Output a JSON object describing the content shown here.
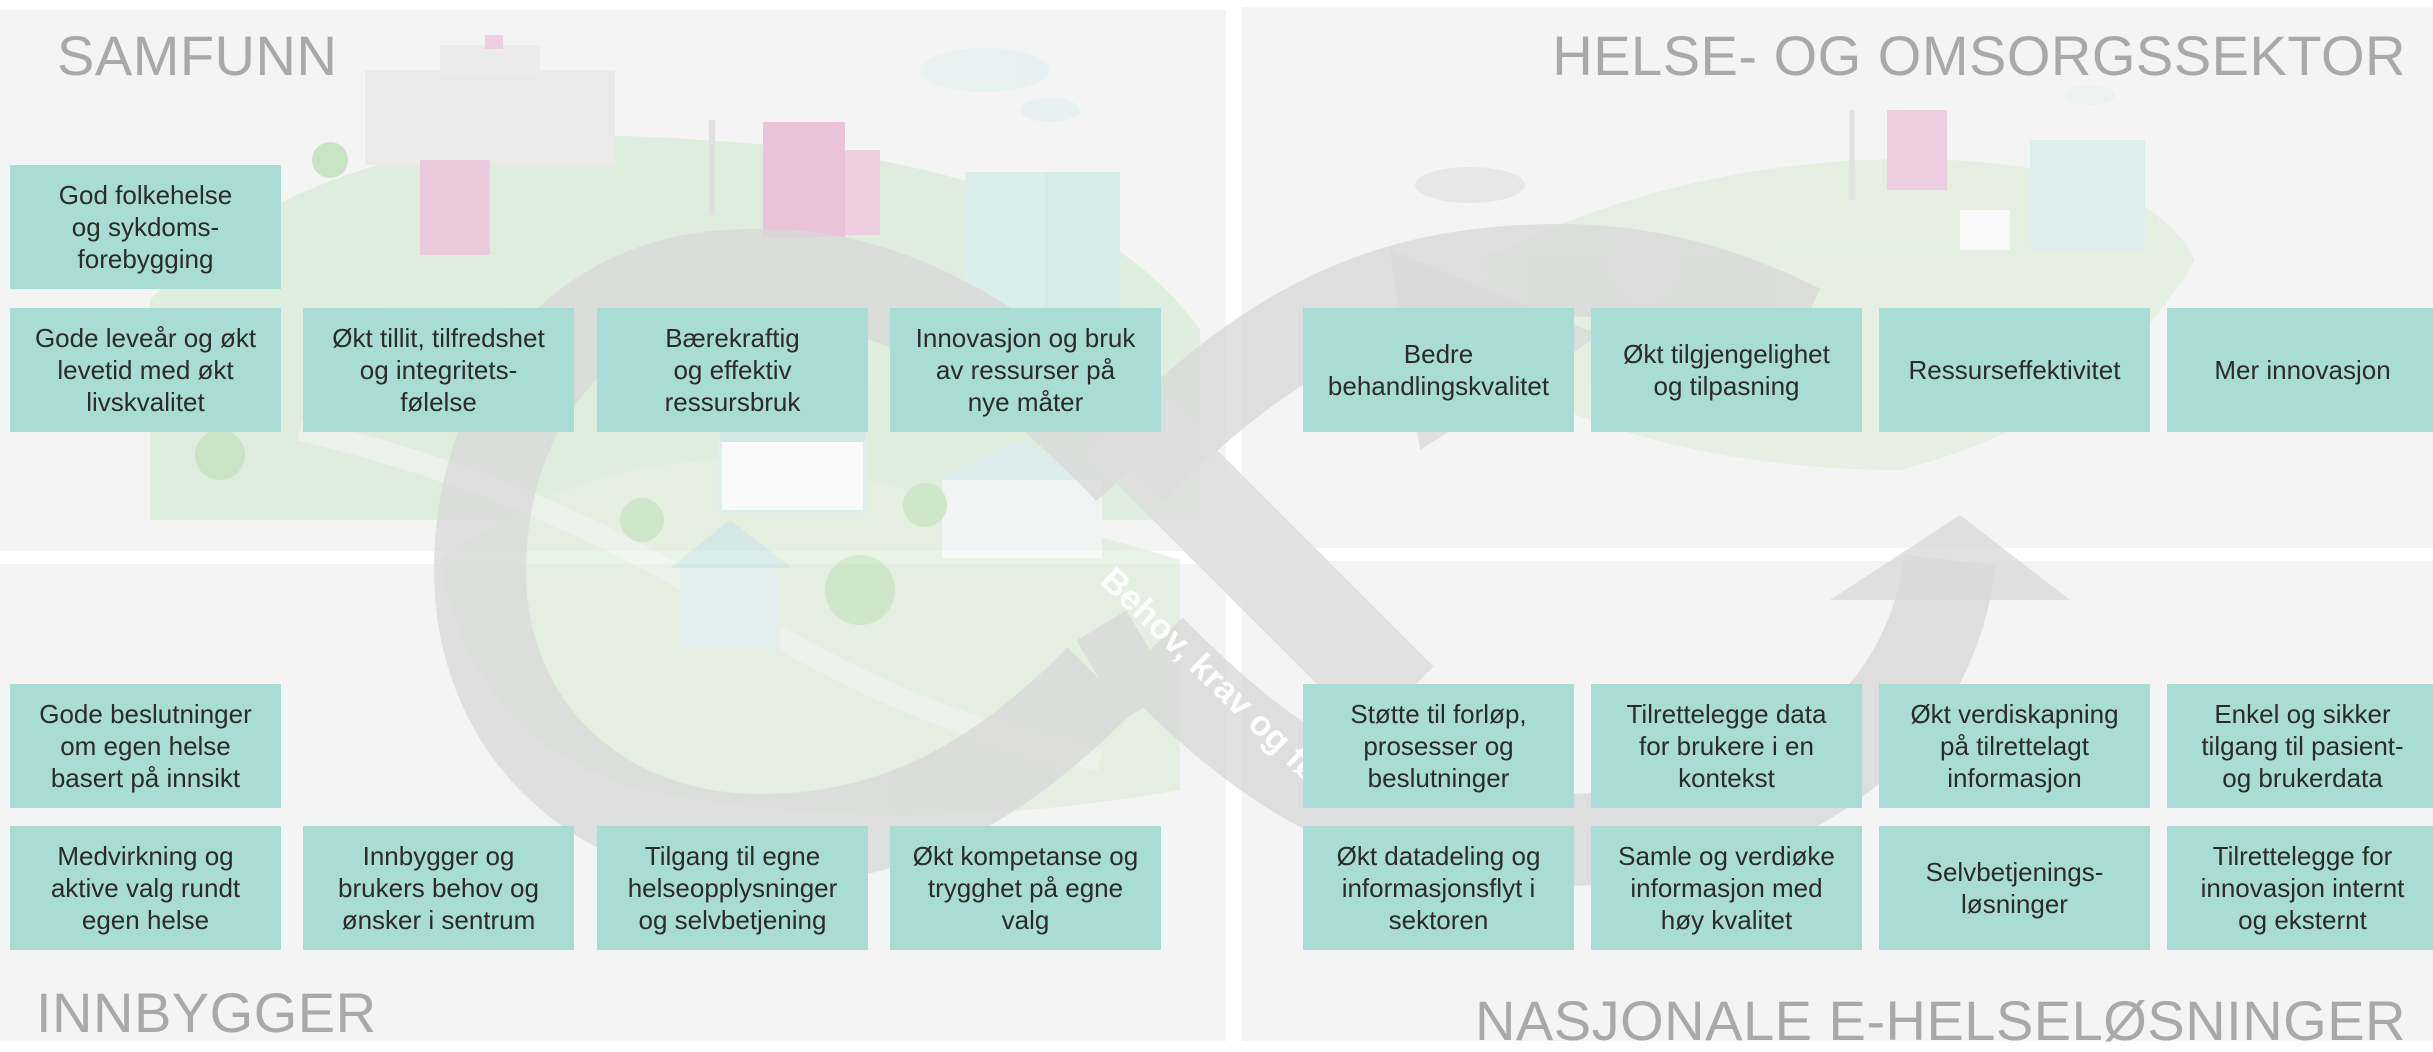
{
  "sections": {
    "samfunn": "SAMFUNN",
    "helse": "HELSE- OG OMSORGSSEKTOR",
    "innbygger": "INNBYGGER",
    "nasjonale": "NASJONALE E-HELSELØSNINGER"
  },
  "arrow_label": "Behov, krav og fø",
  "colors": {
    "box": "#a9dcd4",
    "title": "#a9a9a9",
    "panel": "#f4f4f4",
    "loop": "#d6d6d6"
  },
  "boxes": {
    "samfunn": [
      "God folkehelse\nog sykdoms-\nforebygging",
      "Gode leveår og økt\nlevetid med økt\nlivskvalitet",
      "Økt tillit, tilfredshet\nog integritets-\nfølelse",
      "Bærekraftig\nog effektiv\nressursbruk",
      "Innovasjon og bruk\nav ressurser på\nnye måter"
    ],
    "helse": [
      "Bedre\nbehandlingskvalitet",
      "Økt tilgjengelighet\nog tilpasning",
      "Ressurseffektivitet",
      "Mer innovasjon"
    ],
    "innbygger": [
      "Gode beslutninger\nom egen helse\nbasert på innsikt",
      "Medvirkning og\naktive valg rundt\negen helse",
      "Innbygger og\nbrukers behov og\nønsker i sentrum",
      "Tilgang til egne\nhelseopplysninger\nog selvbetjening",
      "Økt kompetanse og\ntrygghet på egne\nvalg"
    ],
    "nasjonale": [
      "Støtte til forløp,\nprosesser og\nbeslutninger",
      "Tilrettelegge data\nfor brukere i en\nkontekst",
      "Økt verdiskapning\npå tilrettelagt\ninformasjon",
      "Enkel og sikker\ntilgang til pasient-\nog brukerdata",
      "Økt datadeling og\ninformasjonsflyt i\nsektoren",
      "Samle og verdiøke\ninformasjon med\nhøy kvalitet",
      "Selvbetjenings-\nløsninger",
      "Tilrettelegge for\ninnovasjon internt\nog eksternt"
    ]
  }
}
